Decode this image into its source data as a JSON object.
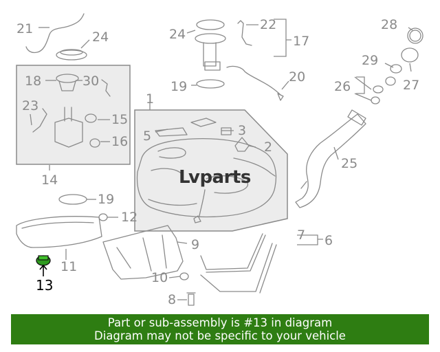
{
  "callouts": [
    "21",
    "24",
    "22",
    "17",
    "28",
    "18",
    "30",
    "24",
    "19",
    "20",
    "29",
    "27",
    "26",
    "1",
    "23",
    "15",
    "16",
    "5",
    "3",
    "2",
    "25",
    "14",
    "19",
    "12",
    "7",
    "6",
    "9",
    "11",
    "10",
    "8",
    "13"
  ],
  "highlight_callout": "13",
  "watermark": {
    "prefix": "L",
    "text": "vparts"
  },
  "banner": {
    "line1": "Part or sub-assembly is #13 in diagram",
    "line2": "Diagram may not be specific to your vehicle"
  },
  "colors": {
    "banner": "#2e7d12",
    "line": "#8a8a8a",
    "highlight": "#000000",
    "highlight_part": "#2e9a1f"
  }
}
